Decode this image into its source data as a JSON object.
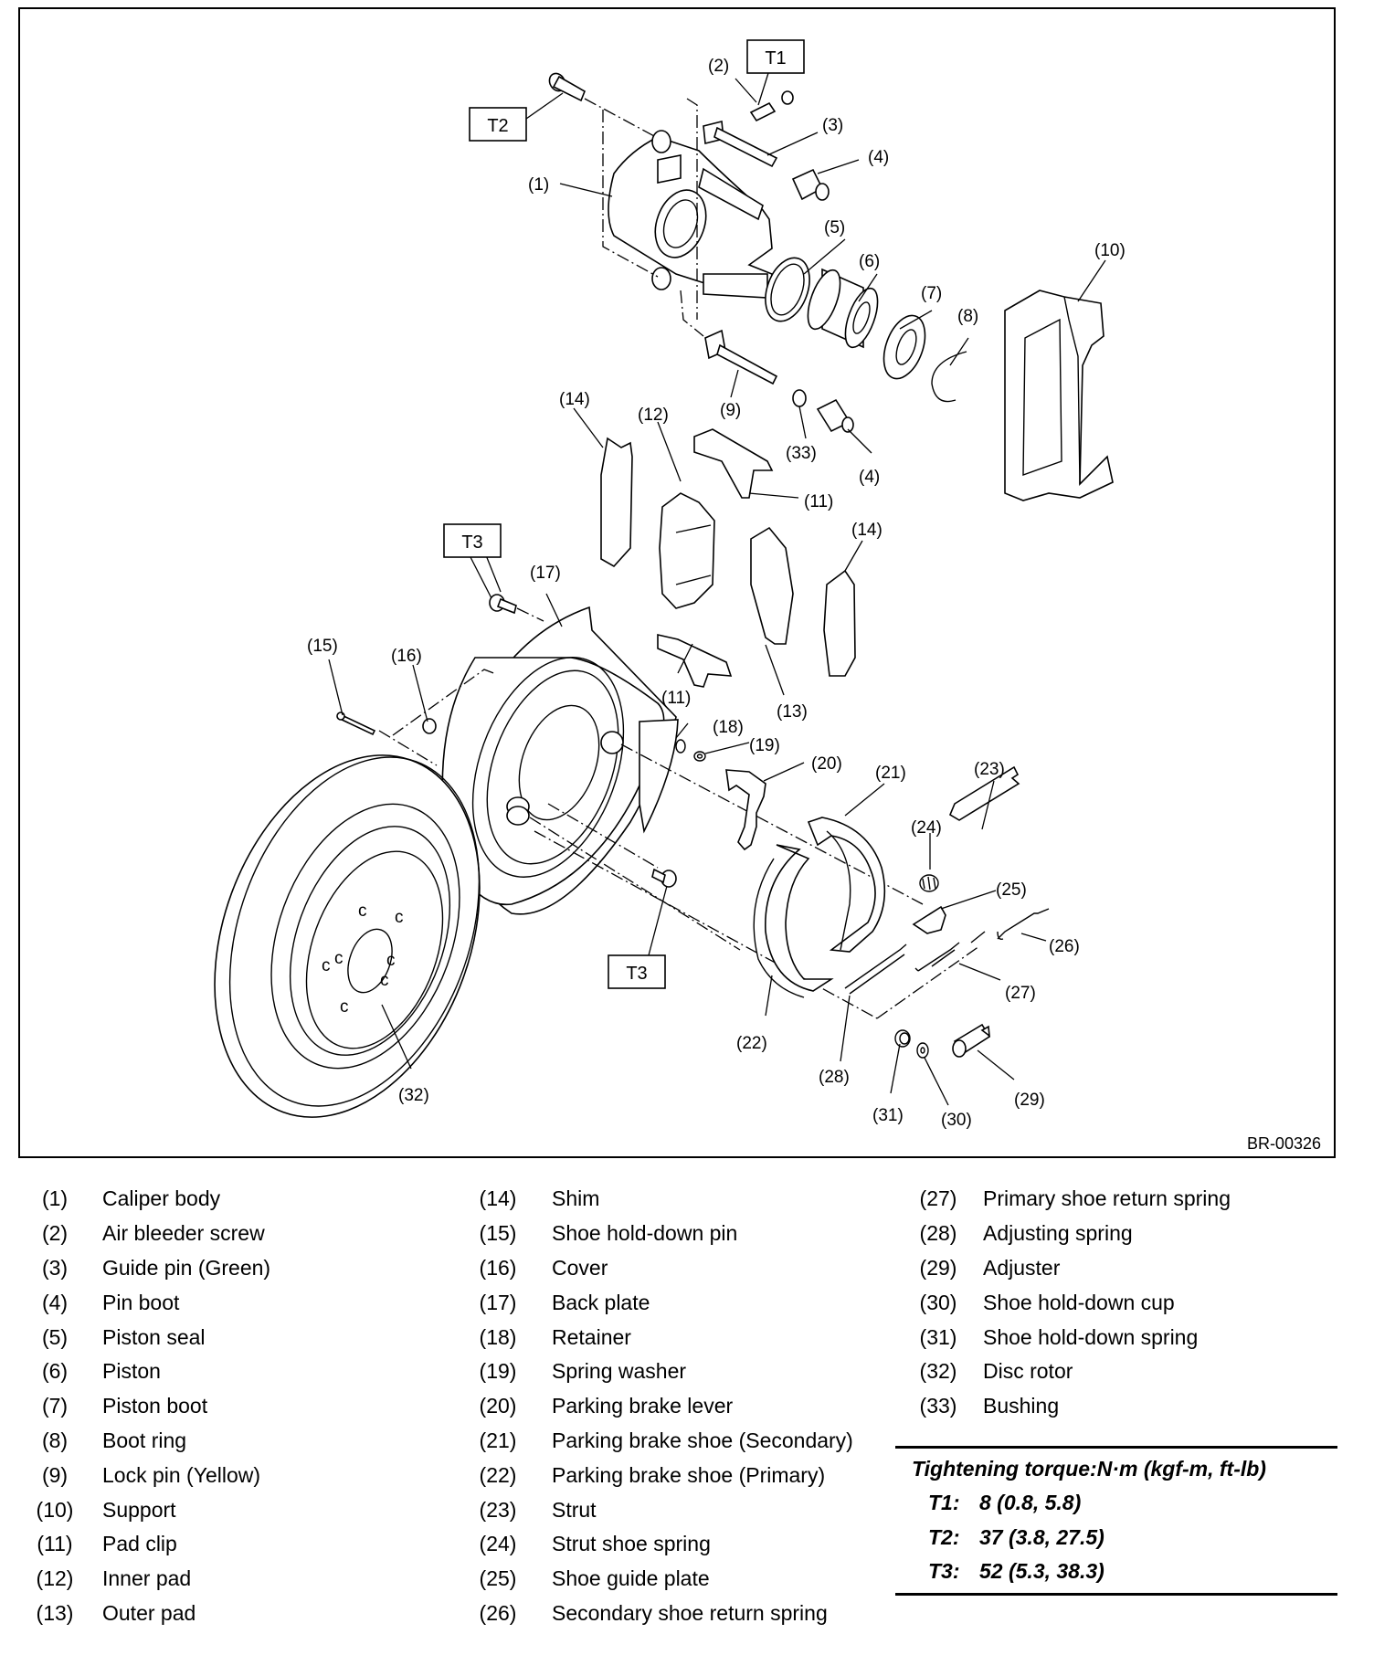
{
  "figure": {
    "reference_code": "BR-00326",
    "torque_callouts": [
      "T1",
      "T2",
      "T3",
      "T3"
    ],
    "callout_labels": [
      "(1)",
      "(2)",
      "(3)",
      "(4)",
      "(5)",
      "(6)",
      "(7)",
      "(8)",
      "(9)",
      "(10)",
      "(11)",
      "(12)",
      "(13)",
      "(14)",
      "(15)",
      "(16)",
      "(17)",
      "(18)",
      "(19)",
      "(20)",
      "(21)",
      "(22)",
      "(23)",
      "(24)",
      "(25)",
      "(26)",
      "(27)",
      "(28)",
      "(29)",
      "(30)",
      "(31)",
      "(32)",
      "(33)",
      "(4)",
      "(11)",
      "(14)"
    ]
  },
  "legend": {
    "column1": [
      {
        "num": "(1)",
        "text": "Caliper body"
      },
      {
        "num": "(2)",
        "text": "Air bleeder screw"
      },
      {
        "num": "(3)",
        "text": "Guide pin (Green)"
      },
      {
        "num": "(4)",
        "text": "Pin boot"
      },
      {
        "num": "(5)",
        "text": "Piston seal"
      },
      {
        "num": "(6)",
        "text": "Piston"
      },
      {
        "num": "(7)",
        "text": "Piston boot"
      },
      {
        "num": "(8)",
        "text": "Boot ring"
      },
      {
        "num": "(9)",
        "text": "Lock pin (Yellow)"
      },
      {
        "num": "(10)",
        "text": "Support"
      },
      {
        "num": "(11)",
        "text": "Pad clip"
      },
      {
        "num": "(12)",
        "text": "Inner pad"
      },
      {
        "num": "(13)",
        "text": "Outer pad"
      }
    ],
    "column2": [
      {
        "num": "(14)",
        "text": "Shim"
      },
      {
        "num": "(15)",
        "text": "Shoe hold-down pin"
      },
      {
        "num": "(16)",
        "text": "Cover"
      },
      {
        "num": "(17)",
        "text": "Back plate"
      },
      {
        "num": "(18)",
        "text": "Retainer"
      },
      {
        "num": "(19)",
        "text": "Spring washer"
      },
      {
        "num": "(20)",
        "text": "Parking brake lever"
      },
      {
        "num": "(21)",
        "text": "Parking brake shoe (Secondary)"
      },
      {
        "num": "(22)",
        "text": "Parking brake shoe (Primary)"
      },
      {
        "num": "(23)",
        "text": "Strut"
      },
      {
        "num": "(24)",
        "text": "Strut shoe spring"
      },
      {
        "num": "(25)",
        "text": "Shoe guide plate"
      },
      {
        "num": "(26)",
        "text": "Secondary shoe return spring"
      }
    ],
    "column3": [
      {
        "num": "(27)",
        "text": "Primary shoe return spring"
      },
      {
        "num": "(28)",
        "text": "Adjusting spring"
      },
      {
        "num": "(29)",
        "text": "Adjuster"
      },
      {
        "num": "(30)",
        "text": "Shoe hold-down cup"
      },
      {
        "num": "(31)",
        "text": "Shoe hold-down spring"
      },
      {
        "num": "(32)",
        "text": "Disc rotor"
      },
      {
        "num": "(33)",
        "text": "Bushing"
      }
    ]
  },
  "torque_table": {
    "heading": "Tightening torque:N·m (kgf-m, ft-lb)",
    "rows": [
      {
        "key": "T1:",
        "value": "8 (0.8, 5.8)"
      },
      {
        "key": "T2:",
        "value": "37 (3.8, 27.5)"
      },
      {
        "key": "T3:",
        "value": "52 (5.3, 38.3)"
      }
    ]
  }
}
